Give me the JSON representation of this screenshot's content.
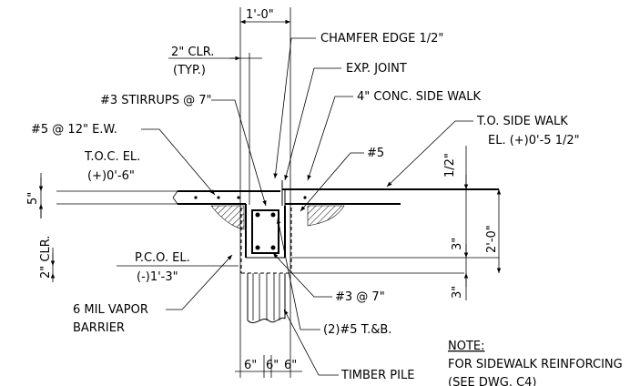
{
  "labels": {
    "dim_top": "1'-0\"",
    "chamfer": "CHAMFER EDGE 1/2\"",
    "clr_2": "2\" CLR.",
    "typ": "(TYP.)",
    "exp_joint": "EXP. JOINT",
    "stirrups": "#3 STIRRUPS @ 7\"",
    "conc_sidewalk": "4\" CONC. SIDE WALK",
    "to_sidewalk": "T.O. SIDE WALK",
    "to_sidewalk_el": "EL. (+)0'-5 1/2\"",
    "no5_12": "#5 @ 12\" E.W.",
    "toc_el": "T.O.C. EL.",
    "toc_val": "(+)0'-6\"",
    "no5": "#5",
    "dim_half": "1/2\"",
    "dim_5": "5\"",
    "dim_3a": "3\"",
    "dim_2_0": "2'-0\"",
    "clr_2_side": "2\" CLR.",
    "pco_el": "P.C.O. EL.",
    "pco_val": "(-)1'-3\"",
    "dim_3b": "3\"",
    "no3_7": "#3 @ 7\"",
    "vapor1": "6 MIL VAPOR",
    "vapor2": "BARRIER",
    "two_no5": "(2)#5 T.&B.",
    "note_title": "NOTE:",
    "note_line1": "FOR SIDEWALK REINFORCING",
    "note_line2": "(SEE DWG. C4)",
    "dim_6a": "6\"",
    "dim_6b": "6\"",
    "dim_6c": "6\"",
    "timber_pile": "TIMBER PILE"
  }
}
